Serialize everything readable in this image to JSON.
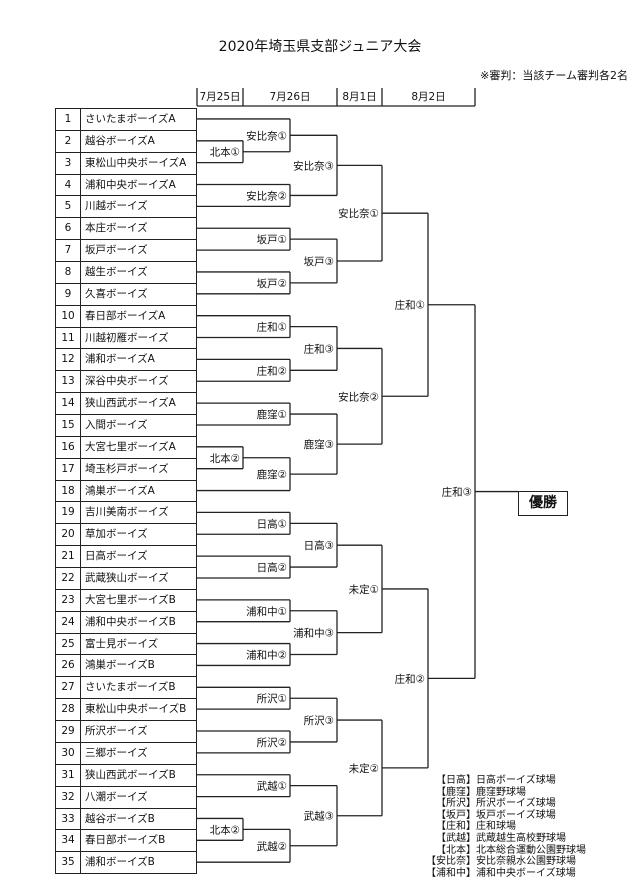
{
  "title": "2020年埼玉県支部ジュニア大会",
  "note": "※審判：当該チーム審判各2名",
  "dates": [
    "7月25日",
    "7月26日",
    "8月1日",
    "8月2日"
  ],
  "teams": [
    {
      "no": "1",
      "name": "さいたまボーイズA"
    },
    {
      "no": "2",
      "name": "越谷ボーイズA"
    },
    {
      "no": "3",
      "name": "東松山中央ボーイズA"
    },
    {
      "no": "4",
      "name": "浦和中央ボーイズA"
    },
    {
      "no": "5",
      "name": "川越ボーイズ"
    },
    {
      "no": "6",
      "name": "本庄ボーイズ"
    },
    {
      "no": "7",
      "name": "坂戸ボーイズ"
    },
    {
      "no": "8",
      "name": "越生ボーイズ"
    },
    {
      "no": "9",
      "name": "久喜ボーイズ"
    },
    {
      "no": "10",
      "name": "春日部ボーイズA"
    },
    {
      "no": "11",
      "name": "川越初雁ボーイズ"
    },
    {
      "no": "12",
      "name": "浦和ボーイズA"
    },
    {
      "no": "13",
      "name": "深谷中央ボーイズ"
    },
    {
      "no": "14",
      "name": "狭山西武ボーイズA"
    },
    {
      "no": "15",
      "name": "入間ボーイズ"
    },
    {
      "no": "16",
      "name": "大宮七里ボーイズA"
    },
    {
      "no": "17",
      "name": "埼玉杉戸ボーイズ"
    },
    {
      "no": "18",
      "name": "鴻巣ボーイズA"
    },
    {
      "no": "19",
      "name": "吉川美南ボーイズ"
    },
    {
      "no": "20",
      "name": "草加ボーイズ"
    },
    {
      "no": "21",
      "name": "日高ボーイズ"
    },
    {
      "no": "22",
      "name": "武蔵狭山ボーイズ"
    },
    {
      "no": "23",
      "name": "大宮七里ボーイズB"
    },
    {
      "no": "24",
      "name": "浦和中央ボーイズB"
    },
    {
      "no": "25",
      "name": "富士見ボーイズ"
    },
    {
      "no": "26",
      "name": "鴻巣ボーイズB"
    },
    {
      "no": "27",
      "name": "さいたまボーイズB"
    },
    {
      "no": "28",
      "name": "東松山中央ボーイズB"
    },
    {
      "no": "29",
      "name": "所沢ボーイズ"
    },
    {
      "no": "30",
      "name": "三郷ボーイズ"
    },
    {
      "no": "31",
      "name": "狭山西武ボーイズB"
    },
    {
      "no": "32",
      "name": "八潮ボーイズ"
    },
    {
      "no": "33",
      "name": "越谷ボーイズB"
    },
    {
      "no": "34",
      "name": "春日部ボーイズB"
    },
    {
      "no": "35",
      "name": "浦和ボーイズB"
    }
  ],
  "matches": {
    "kitamoto1": "北本①",
    "abina1": "安比奈①",
    "abina2": "安比奈②",
    "abina3": "安比奈③",
    "sakado1": "坂戸①",
    "sakado2": "坂戸②",
    "sakado3": "坂戸③",
    "r3_abina1": "安比奈①",
    "showa1": "庄和①",
    "showa2": "庄和②",
    "showa3": "庄和③",
    "kakubo1": "鹿窪①",
    "kitamoto2a": "北本②",
    "kakubo2": "鹿窪②",
    "kakubo3": "鹿窪③",
    "r3_abina2": "安比奈②",
    "r4_showa1": "庄和①",
    "hidaka1": "日高①",
    "hidaka2": "日高②",
    "hidaka3": "日高③",
    "urawa1": "浦和中①",
    "urawa2": "浦和中②",
    "urawa3": "浦和中③",
    "mitei1": "未定①",
    "tokoro1": "所沢①",
    "tokoro2": "所沢②",
    "tokoro3": "所沢③",
    "buetsu1": "武越①",
    "kitamoto2b": "北本②",
    "buetsu2": "武越②",
    "buetsu3": "武越③",
    "mitei2": "未定②",
    "r4_showa2": "庄和②",
    "final": "庄和③"
  },
  "champion": "優勝",
  "legend": [
    {
      "key": "【日高】",
      "value": "日高ボーイズ球場"
    },
    {
      "key": "【鹿窪】",
      "value": "鹿窪野球場"
    },
    {
      "key": "【所沢】",
      "value": "所沢ボーイズ球場"
    },
    {
      "key": "【坂戸】",
      "value": "坂戸ボーイズ球場"
    },
    {
      "key": "【庄和】",
      "value": "庄和球場"
    },
    {
      "key": "【武越】",
      "value": "武蔵越生高校野球場"
    },
    {
      "key": "【北本】",
      "value": "北本総合運動公園野球場"
    },
    {
      "key": "【安比奈】",
      "value": "安比奈親水公園野球場"
    },
    {
      "key": "【浦和中】",
      "value": "浦和中央ボーイズ球場"
    }
  ]
}
